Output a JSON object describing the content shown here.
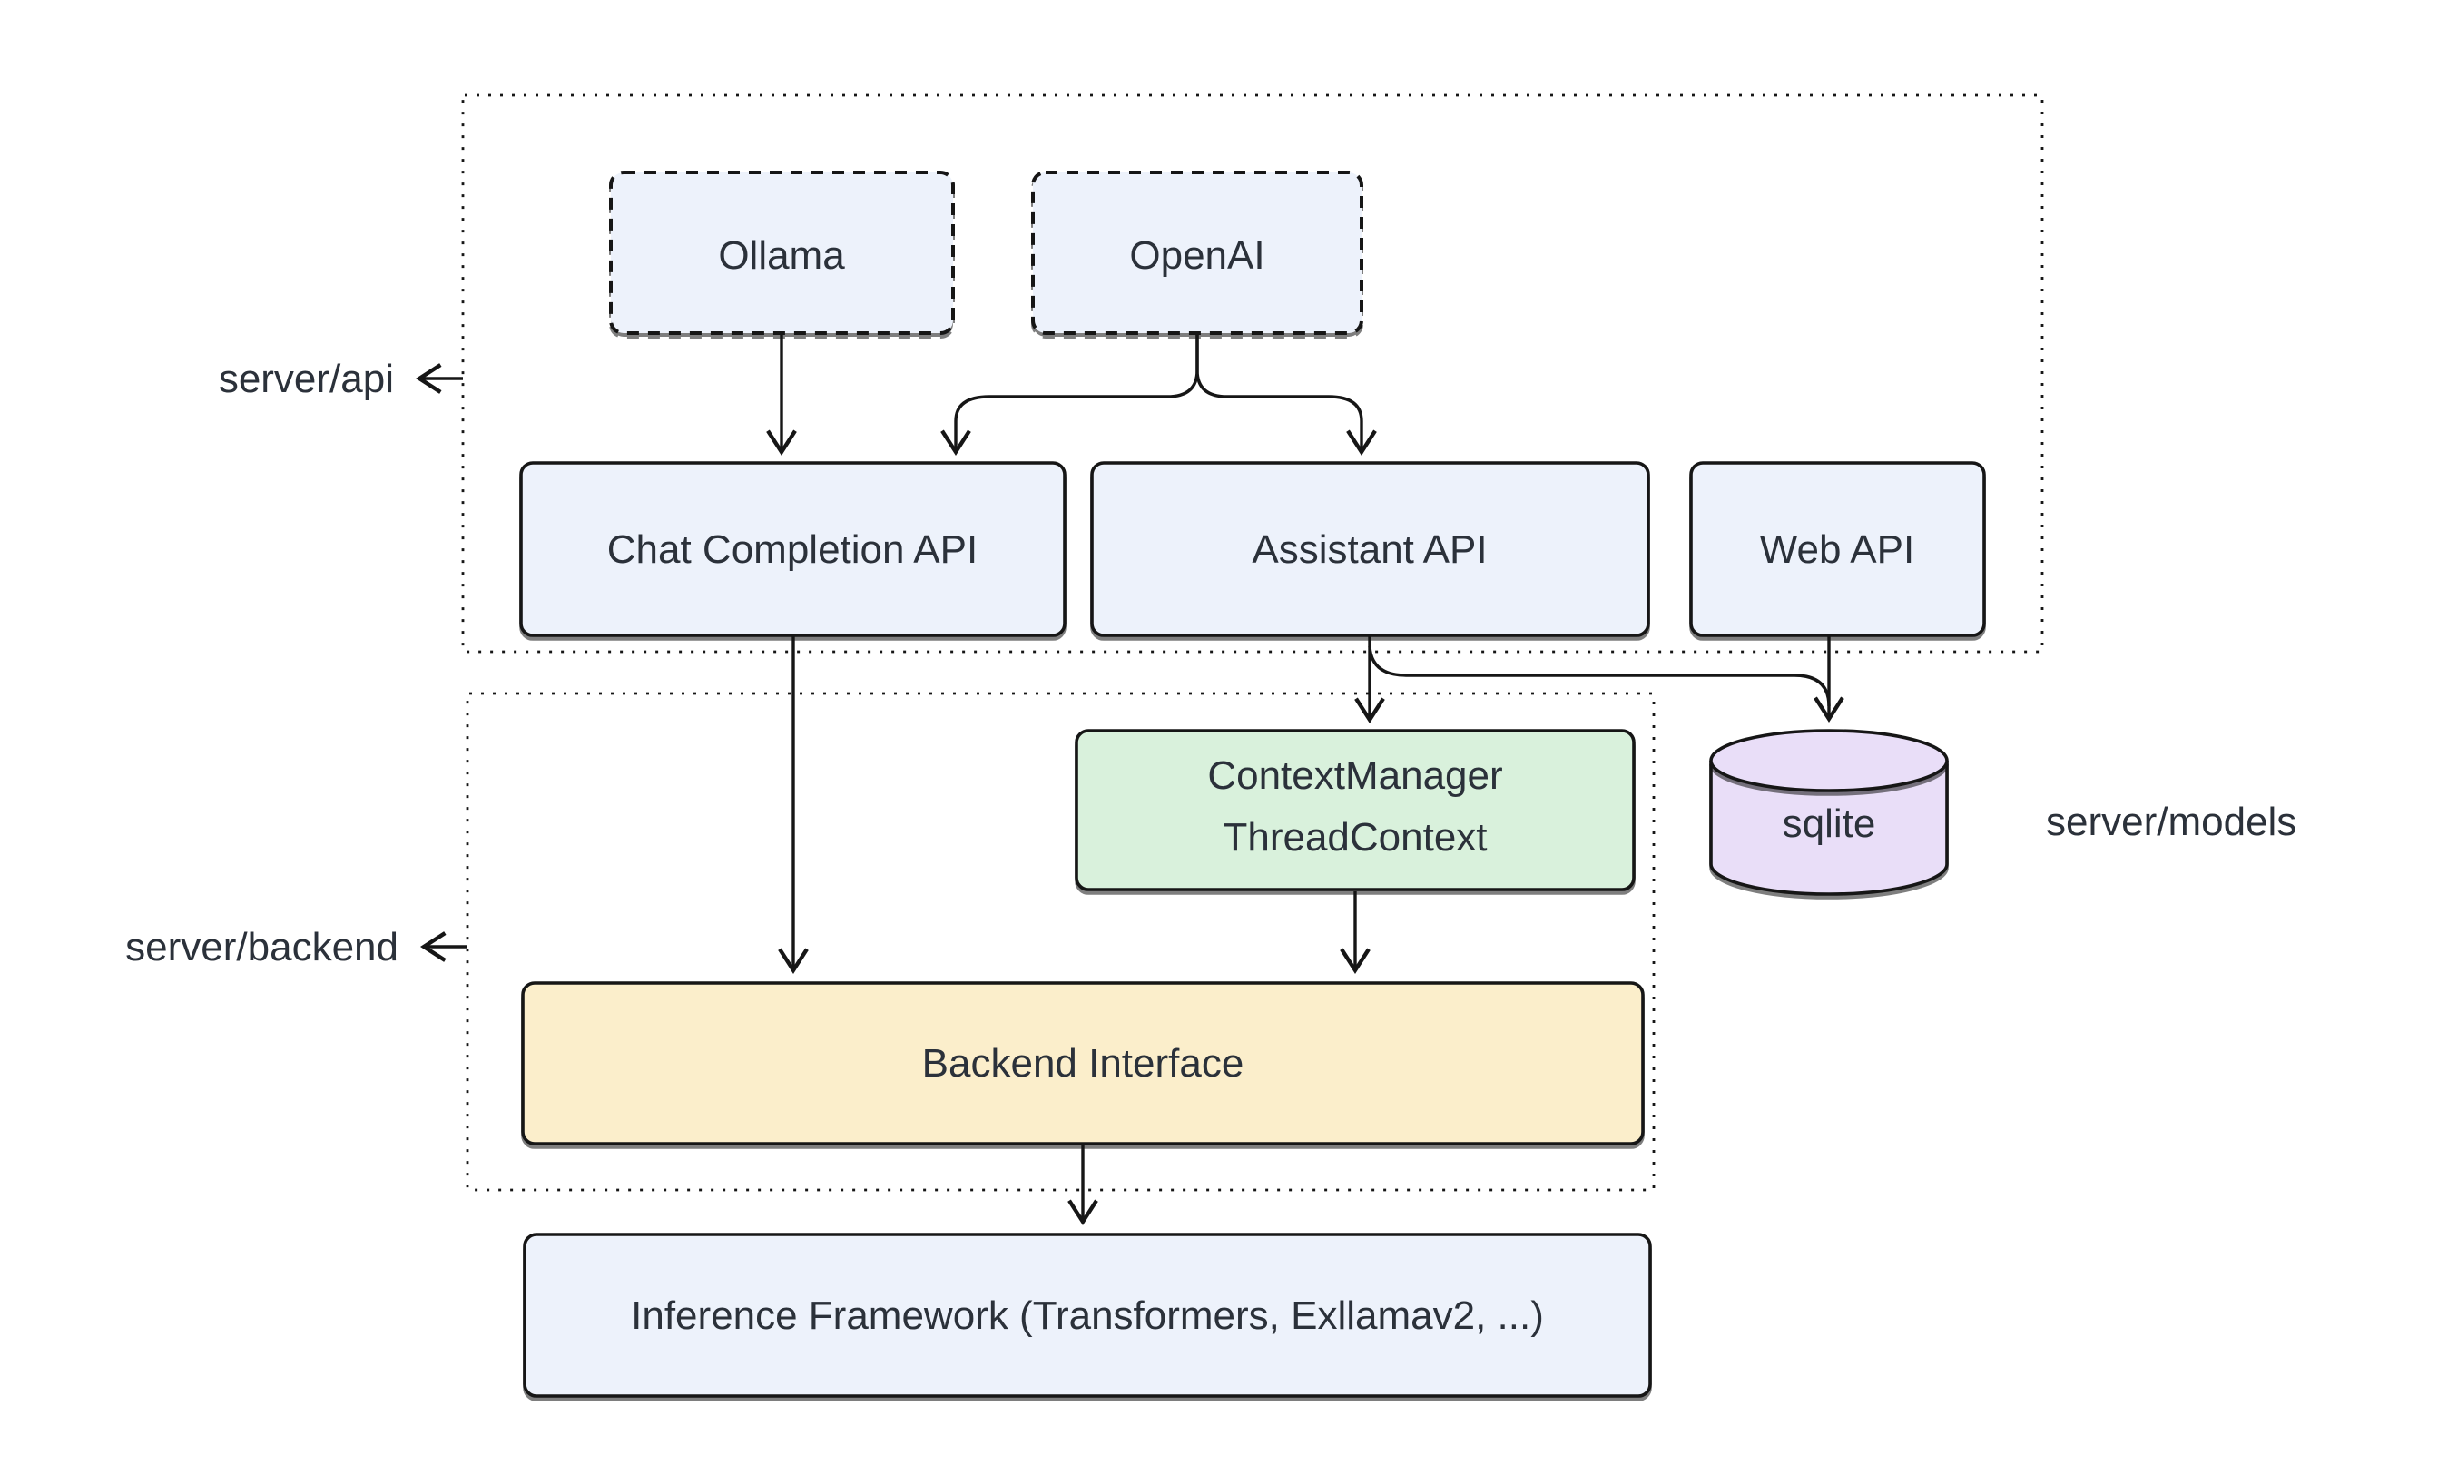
{
  "diagram": {
    "background": "#ffffff",
    "colors": {
      "node_blue": "#edf2fb",
      "node_green": "#d9f1dc",
      "node_yellow": "#fbeecb",
      "node_purple": "#e9def8",
      "stroke_color": "#161616",
      "text_color": "#2b313a"
    },
    "containers": {
      "api": {
        "label": "server/api"
      },
      "backend": {
        "label": "server/backend"
      }
    },
    "external_labels": {
      "models": "server/models"
    },
    "nodes": {
      "ollama": {
        "label": "Ollama"
      },
      "openai": {
        "label": "OpenAI"
      },
      "chat_api": {
        "label": "Chat Completion API"
      },
      "assistant_api": {
        "label": "Assistant API"
      },
      "web_api": {
        "label": "Web API"
      },
      "context_manager": {
        "line1": "ContextManager",
        "line2": "ThreadContext"
      },
      "sqlite": {
        "label": "sqlite"
      },
      "backend_interface": {
        "label": "Backend Interface"
      },
      "inference": {
        "label": "Inference Framework (Transformers, Exllamav2, ...)"
      }
    },
    "edges": [
      {
        "from": "Ollama",
        "to": "Chat Completion API"
      },
      {
        "from": "OpenAI",
        "to": "Chat Completion API"
      },
      {
        "from": "OpenAI",
        "to": "Assistant API"
      },
      {
        "from": "Chat Completion API",
        "to": "Backend Interface"
      },
      {
        "from": "Assistant API",
        "to": "ContextManager ThreadContext"
      },
      {
        "from": "Assistant API",
        "to": "sqlite"
      },
      {
        "from": "Web API",
        "to": "sqlite"
      },
      {
        "from": "ContextManager ThreadContext",
        "to": "Backend Interface"
      },
      {
        "from": "Backend Interface",
        "to": "Inference Framework (Transformers, Exllamav2, ...)"
      }
    ]
  }
}
